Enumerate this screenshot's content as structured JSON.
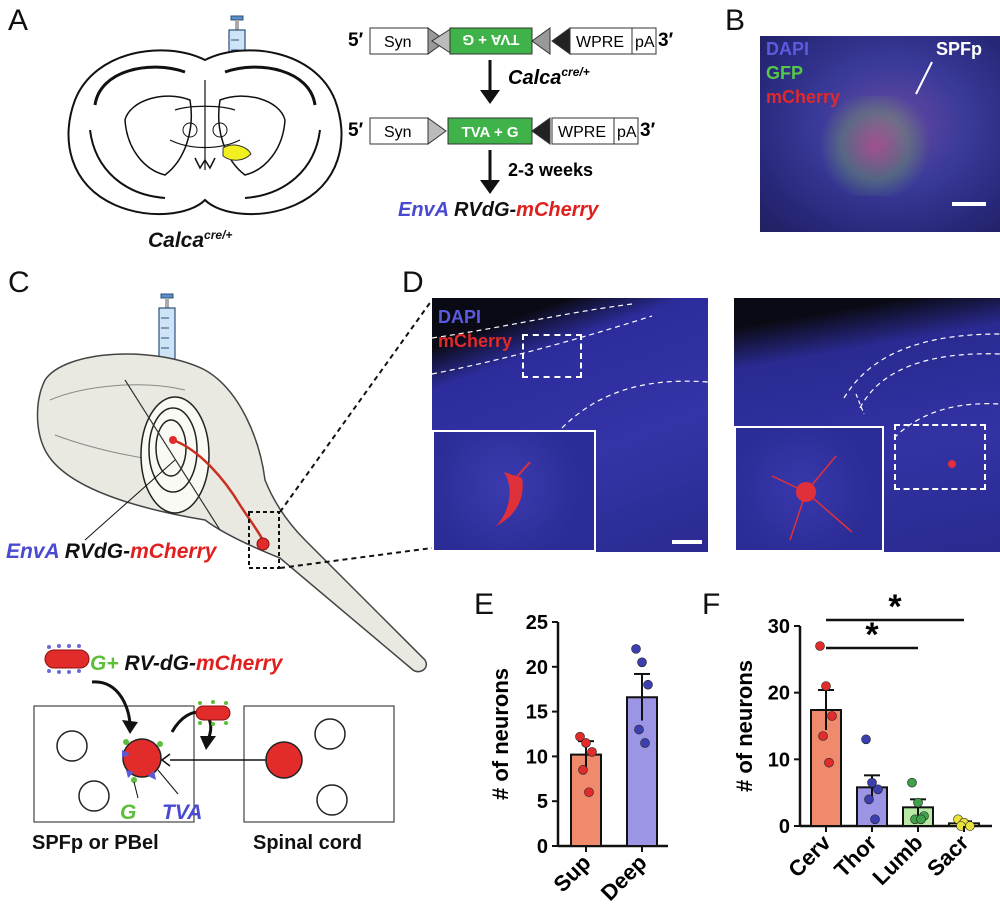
{
  "panels": {
    "A": {
      "letter": "A",
      "brain_label_base": "Calca",
      "brain_label_sup": "cre/+",
      "construct": {
        "five_prime": "5′",
        "three_prime": "3′",
        "syn": "Syn",
        "tva_g_flipped": "TVA + G",
        "tva_g": "TVA + G",
        "wpre": "WPRE",
        "pa": "pA",
        "cre_base": "Calca",
        "cre_sup": "cre/+",
        "weeks": "2-3 weeks",
        "envA": "EnvA",
        "rvdg": "RVdG-",
        "mcherry": "mCherry"
      }
    },
    "B": {
      "letter": "B",
      "dapi": "DAPI",
      "gfp": "GFP",
      "mcherry": "mCherry",
      "region": "SPFp"
    },
    "C": {
      "letter": "C",
      "envA": "EnvA",
      "rvdg": "RVdG-",
      "mcherry": "mCherry",
      "virus_gplus": "G+",
      "virus_rv": "RV-dG-",
      "virus_mcherry": "mCherry",
      "g_label": "G",
      "tva_label": "TVA",
      "box_left": "SPFp or PBel",
      "box_right": "Spinal cord"
    },
    "D": {
      "letter": "D",
      "dapi": "DAPI",
      "mcherry": "mCherry"
    },
    "E": {
      "letter": "E"
    },
    "F": {
      "letter": "F"
    }
  },
  "colors": {
    "sup_bar": "#f08a6c",
    "deep_bar": "#9c94e4",
    "cerv_bar": "#f08a6c",
    "thor_bar": "#9c94e4",
    "lumb_bar": "#b9eaa5",
    "sacr_bar": "#f4ee8c",
    "red_dot": "#e22c2c",
    "blue_dot": "#3c3fb0",
    "green_dot": "#3fa24a",
    "yellow_dot": "#e8e23a",
    "construct_green": "#3fb349",
    "envA_blue": "#4a4ad0",
    "mcherry_red": "#e0201f",
    "g_green": "#5cbf3a"
  },
  "chart_data": [
    {
      "type": "bar",
      "panel": "E",
      "title": "",
      "ylabel": "# of neurons",
      "xlabel": "",
      "categories": [
        "Sup",
        "Deep"
      ],
      "values": [
        10.2,
        16.6
      ],
      "sem": [
        1.5,
        2.6
      ],
      "points": [
        [
          12.2,
          11.5,
          10.5,
          8.5,
          6.0
        ],
        [
          22.0,
          20.5,
          18.0,
          13.0,
          11.5
        ]
      ],
      "ylim": [
        0,
        25
      ],
      "yticks": [
        "0",
        "5",
        "10",
        "15",
        "20",
        "25"
      ]
    },
    {
      "type": "bar",
      "panel": "F",
      "title": "",
      "ylabel": "# of neurons",
      "xlabel": "",
      "categories": [
        "Cerv",
        "Thor",
        "Lumb",
        "Sacr"
      ],
      "values": [
        17.4,
        5.8,
        2.8,
        0.4
      ],
      "sem": [
        3.0,
        1.8,
        1.2,
        0.3
      ],
      "points": [
        [
          27.0,
          21.0,
          16.5,
          13.5,
          9.5
        ],
        [
          13.0,
          6.5,
          5.5,
          4.0,
          1.0
        ],
        [
          6.5,
          3.5,
          1.5,
          1.0,
          1.0
        ],
        [
          1.0,
          0.5,
          0.0,
          0.0
        ]
      ],
      "ylim": [
        0,
        30
      ],
      "yticks": [
        "0",
        "10",
        "20",
        "30"
      ],
      "significance": [
        {
          "from": "Cerv",
          "to": "Lumb",
          "label": "*"
        },
        {
          "from": "Cerv",
          "to": "Sacr",
          "label": "*"
        }
      ]
    }
  ]
}
